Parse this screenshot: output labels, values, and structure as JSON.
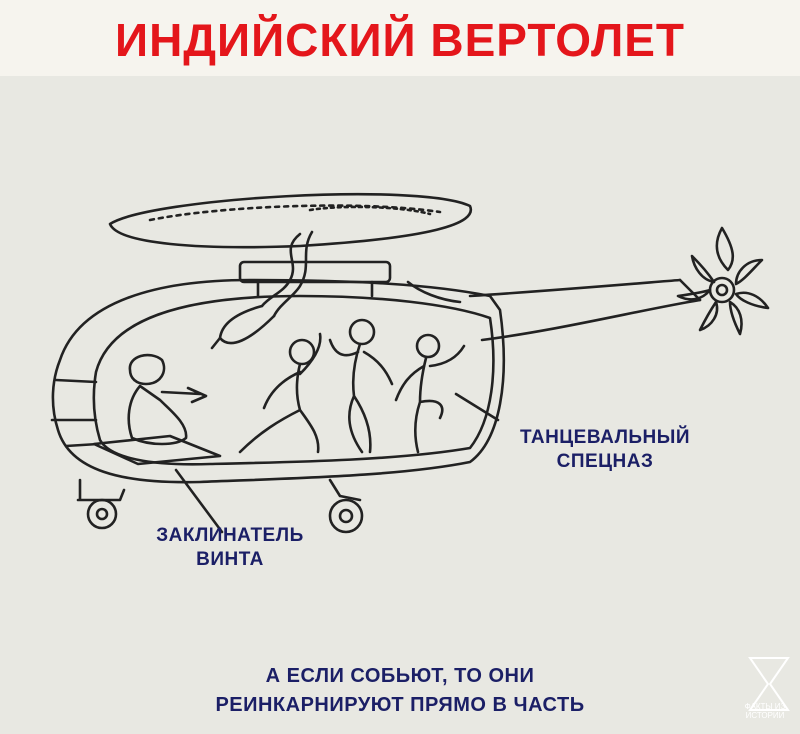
{
  "title": "ИНДИЙСКИЙ ВЕРТОЛЕТ",
  "labels": {
    "dancers": [
      "ТАНЦЕВАЛЬНЫЙ",
      "СПЕЦНАЗ"
    ],
    "charmer": [
      "ЗАКЛИНАТЕЛЬ",
      "ВИНТА"
    ]
  },
  "caption": [
    "А ЕСЛИ СОБЬЮТ, ТО ОНИ",
    "РЕИНКАРНИРУЮТ ПРЯМО В ЧАСТЬ"
  ],
  "watermark": [
    "ФАКТЫ ИЗ",
    "ИСТОРИИ"
  ],
  "colors": {
    "title": "#e4161b",
    "labels": "#1b1f66",
    "line": "#222222",
    "background": "#e8e8e2"
  },
  "icons": [
    "helicopter-drawing",
    "snake-icon",
    "snake-charmer-figure",
    "dancer-figure",
    "flower-tail-rotor",
    "hourglass-logo"
  ]
}
